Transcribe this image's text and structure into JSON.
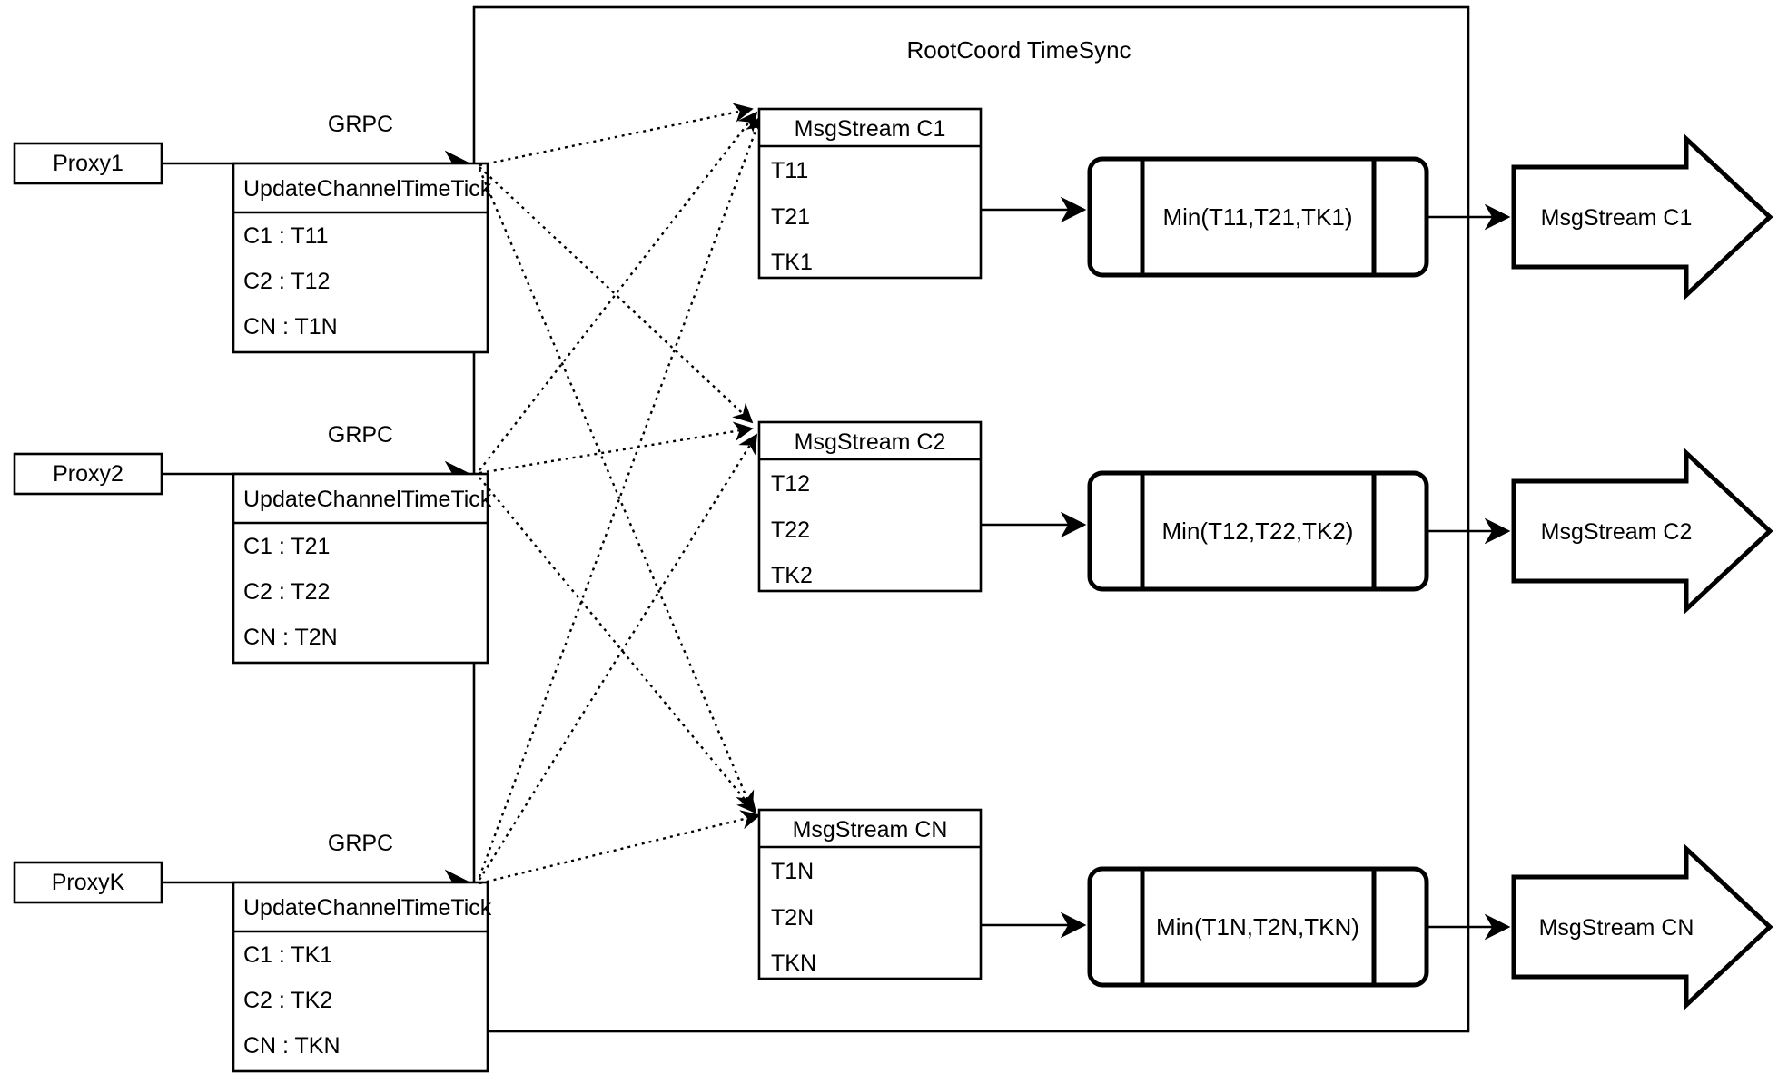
{
  "diagram": {
    "title": "RootCoord TimeSync",
    "proxies": [
      {
        "name": "Proxy1",
        "link_label": "GRPC",
        "rpc_header": "UpdateChannelTimeTick",
        "rows": [
          "C1 :  T11",
          "C2 :  T12",
          "CN : T1N"
        ]
      },
      {
        "name": "Proxy2",
        "link_label": "GRPC",
        "rpc_header": "UpdateChannelTimeTick",
        "rows": [
          "C1 :  T21",
          "C2 :  T22",
          "CN : T2N"
        ]
      },
      {
        "name": "ProxyK",
        "link_label": "GRPC",
        "rpc_header": "UpdateChannelTimeTick",
        "rows": [
          "C1 :  TK1",
          "C2 :  TK2",
          "CN : TKN"
        ]
      }
    ],
    "channels": [
      {
        "stream_header": "MsgStream C1",
        "stream_rows": [
          "T11",
          "T21",
          "TK1"
        ],
        "min_label": "Min(T11,T21,TK1)",
        "output_label": "MsgStream C1"
      },
      {
        "stream_header": "MsgStream C2",
        "stream_rows": [
          "T12",
          "T22",
          "TK2"
        ],
        "min_label": "Min(T12,T22,TK2)",
        "output_label": "MsgStream C2"
      },
      {
        "stream_header": "MsgStream CN",
        "stream_rows": [
          "T1N",
          "T2N",
          "TKN"
        ],
        "min_label": "Min(T1N,T2N,TKN)",
        "output_label": "MsgStream CN"
      }
    ],
    "colors": {
      "stroke": "#000000",
      "background": "#ffffff"
    }
  }
}
